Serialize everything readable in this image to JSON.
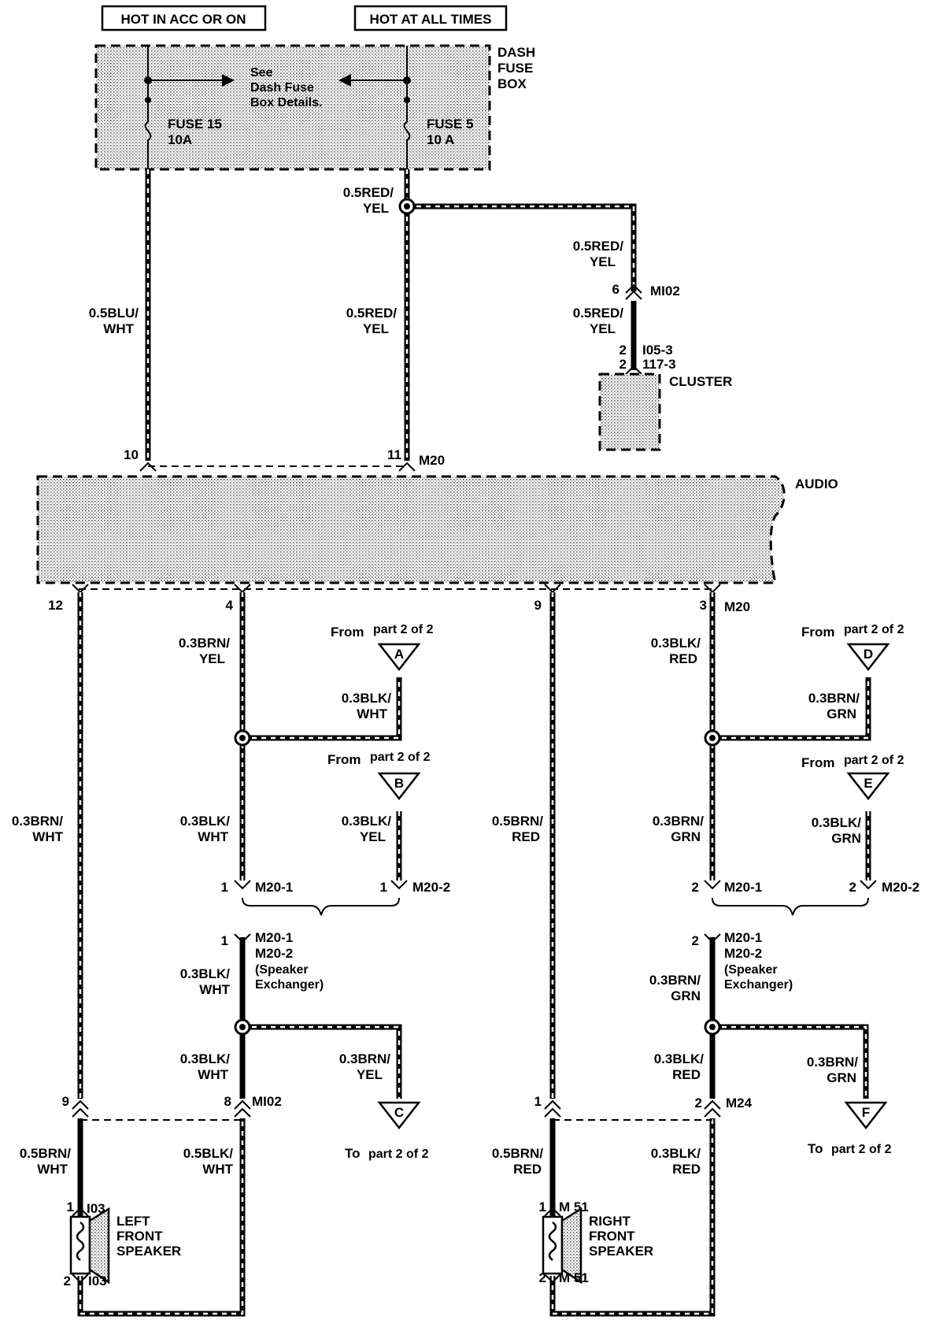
{
  "header": {
    "hot_acc": "HOT IN ACC OR ON",
    "hot_all": "HOT AT ALL TIMES"
  },
  "fuse_box": {
    "label_line1": "DASH",
    "label_line2": "FUSE",
    "label_line3": "BOX",
    "see_line1": "See",
    "see_line2": "Dash Fuse",
    "see_line3": "Box Details.",
    "fuse15_line1": "FUSE 15",
    "fuse15_line2": "10A",
    "fuse5_line1": "FUSE 5",
    "fuse5_line2": "10 A"
  },
  "wires": {
    "red_yel_top_1": "0.5RED/",
    "red_yel_top_2": "YEL",
    "blu_wht_1": "0.5BLU/",
    "blu_wht_2": "WHT",
    "red_yel_mid_1": "0.5RED/",
    "red_yel_mid_2": "YEL",
    "red_yel_r1_1": "0.5RED/",
    "red_yel_r1_2": "YEL",
    "red_yel_r2_1": "0.5RED/",
    "red_yel_r2_2": "YEL",
    "brn_wht_1": "0.3BRN/",
    "brn_wht_2": "WHT",
    "brn_yel_1": "0.3BRN/",
    "brn_yel_2": "YEL",
    "blk_wht_a_1": "0.3BLK/",
    "blk_wht_a_2": "WHT",
    "blk_wht_b_1": "0.3BLK/",
    "blk_wht_b_2": "WHT",
    "blk_yel_1": "0.3BLK/",
    "blk_yel_2": "YEL",
    "blk_wht_c_1": "0.3BLK/",
    "blk_wht_c_2": "WHT",
    "blk_wht_d_1": "0.3BLK/",
    "blk_wht_d_2": "WHT",
    "brn_yel_c_1": "0.3BRN/",
    "brn_yel_c_2": "YEL",
    "brn_wht5_1": "0.5BRN/",
    "brn_wht5_2": "WHT",
    "blk_wht5_1": "0.5BLK/",
    "blk_wht5_2": "WHT",
    "brn_red5_1": "0.5BRN/",
    "brn_red5_2": "RED",
    "blk_red_a_1": "0.3BLK/",
    "blk_red_a_2": "RED",
    "brn_grn_a_1": "0.3BRN/",
    "brn_grn_a_2": "GRN",
    "brn_grn_b_1": "0.3BRN/",
    "brn_grn_b_2": "GRN",
    "blk_grn_1": "0.3BLK/",
    "blk_grn_2": "GRN",
    "brn_grn_c_1": "0.3BRN/",
    "brn_grn_c_2": "GRN",
    "blk_red_b_1": "0.3BLK/",
    "blk_red_b_2": "RED",
    "brn_grn_f_1": "0.3BRN/",
    "brn_grn_f_2": "GRN",
    "brn_red5b_1": "0.5BRN/",
    "brn_red5b_2": "RED",
    "blk_red_c_1": "0.3BLK/",
    "blk_red_c_2": "RED"
  },
  "connectors": {
    "mi02_top_pin": "6",
    "mi02_top": "MI02",
    "cluster_pin1": "2",
    "cluster_pin2": "2",
    "cluster_conn1": "I05-3",
    "cluster_conn2": "117-3",
    "cluster_label": "CLUSTER",
    "audio_pin10": "10",
    "audio_pin11": "11",
    "audio_m20_top": "M20",
    "audio_label": "AUDIO",
    "pin12": "12",
    "pin4": "4",
    "pin9": "9",
    "pin3": "3",
    "m20_bottom": "M20",
    "from_a_1": "From",
    "from_a_2": "part 2 of 2",
    "from_b_1": "From",
    "from_b_2": "part 2 of 2",
    "from_d_1": "From",
    "from_d_2": "part 2 of 2",
    "from_e_1": "From",
    "from_e_2": "part 2 of 2",
    "tri_a": "A",
    "tri_b": "B",
    "tri_c": "C",
    "tri_d": "D",
    "tri_e": "E",
    "tri_f": "F",
    "to_c_1": "To",
    "to_c_2": "part 2 of 2",
    "to_f_1": "To",
    "to_f_2": "part 2 of 2",
    "l_m201_pin": "1",
    "l_m201": "M20-1",
    "l_m202_pin": "1",
    "l_m202": "M20-2",
    "r_m201_pin": "2",
    "r_m201": "M20-1",
    "r_m202_pin": "2",
    "r_m202": "M20-2",
    "l_ex_pin": "1",
    "l_ex_1": "M20-1",
    "l_ex_2": "M20-2",
    "l_ex_3": "(Speaker",
    "l_ex_4": "Exchanger)",
    "r_ex_pin": "2",
    "r_ex_1": "M20-1",
    "r_ex_2": "M20-2",
    "r_ex_3": "(Speaker",
    "r_ex_4": "Exchanger)",
    "mi02_b_pin9": "9",
    "mi02_b_pin8": "8",
    "mi02_b": "MI02",
    "m24_pin1": "1",
    "m24_pin2": "2",
    "m24": "M24",
    "lf_pin1": "1",
    "lf_conn1": "I03",
    "lf_pin2": "2",
    "lf_conn2": "I03",
    "rf_pin1": "1",
    "rf_conn1": "M 51",
    "rf_pin2": "2",
    "rf_conn2": "M 51",
    "lf_label_1": "LEFT",
    "lf_label_2": "FRONT",
    "lf_label_3": "SPEAKER",
    "rf_label_1": "RIGHT",
    "rf_label_2": "FRONT",
    "rf_label_3": "SPEAKER"
  }
}
